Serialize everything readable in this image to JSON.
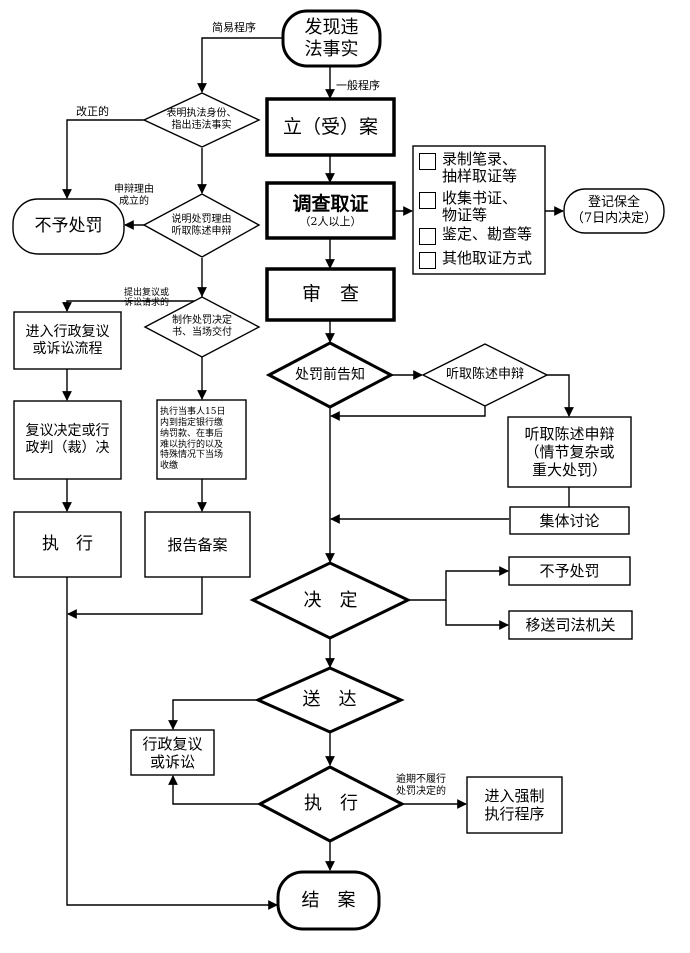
{
  "nodes": {
    "discover": "发现违\n法事实",
    "file_case": "立（受）案",
    "investigate": "调查取证",
    "investigate_note": "（2人以上）",
    "review": "审　查",
    "notify": "处罚前告知",
    "hear_statement": "听取陈述申辩",
    "hearing_complex": "听取陈述申辩\n（情节复杂或\n重大处罚）",
    "collective_discussion": "集体讨论",
    "decide": "决　定",
    "no_penalty_right": "不予处罚",
    "transfer_judicial": "移送司法机关",
    "deliver": "送　达",
    "execute_main": "执　行",
    "admin_review_lower": "行政复议\n或诉讼",
    "enforcement": "进入强制\n执行程序",
    "close_case": "结　案",
    "register_preserve": "登记保全\n（7日内决定）",
    "show_identity": "表明执法身份、\n指出违法事实",
    "explain_reasons": "说明处罚理由\n听取陈述申辩",
    "make_decision": "制作处罚决定\n书、当场交付",
    "no_penalty_left": "不予处罚",
    "enter_review": "进入行政复议\n或诉讼流程",
    "review_decision": "复议决定或行\n政判（裁）决",
    "execute_left": "执　行",
    "payment_text": "执行当事人15日\n内到指定银行缴\n纳罚款、在事后\n难以执行的以及\n特殊情况下当场\n收缴",
    "report_file": "报告备案"
  },
  "evidence_options": [
    "录制笔录、\n抽样取证等",
    "收集书证、\n物证等",
    "鉴定、勘查等",
    "其他取证方式"
  ],
  "edge_labels": {
    "simple_procedure": "简易程序",
    "general_procedure": "一般程序",
    "corrected": "改正的",
    "defense_valid": "申辩理由\n成立的",
    "request_review": "提出复议或\n诉讼请求的",
    "overdue": "逾期不履行\n处罚决定的"
  }
}
